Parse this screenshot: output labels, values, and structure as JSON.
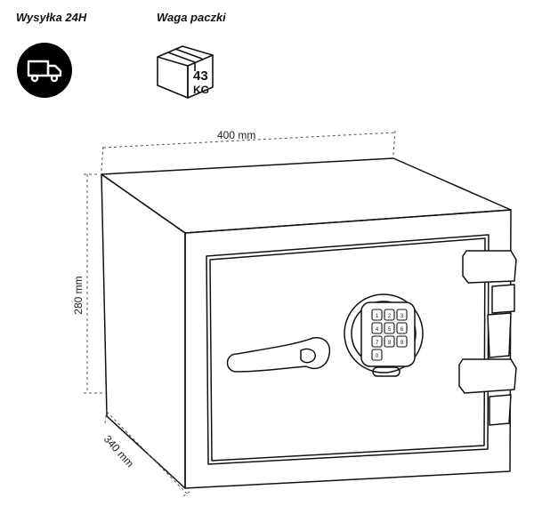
{
  "header": {
    "shipping_label": "Wysyłka 24H",
    "weight_label": "Waga paczki",
    "shipping_icon": "truck-icon",
    "weight_icon": "package-box-icon"
  },
  "package": {
    "weight_value": "43",
    "weight_unit": "KG"
  },
  "dimensions": {
    "width": "400 mm",
    "height": "280 mm",
    "depth": "340 mm"
  },
  "keypad": {
    "keys": [
      "0",
      "1",
      "2",
      "3",
      "4",
      "5",
      "6",
      "7",
      "8",
      "9"
    ]
  },
  "colors": {
    "ink": "#111111",
    "badge_bg": "#000000",
    "dim_line": "#555555"
  }
}
